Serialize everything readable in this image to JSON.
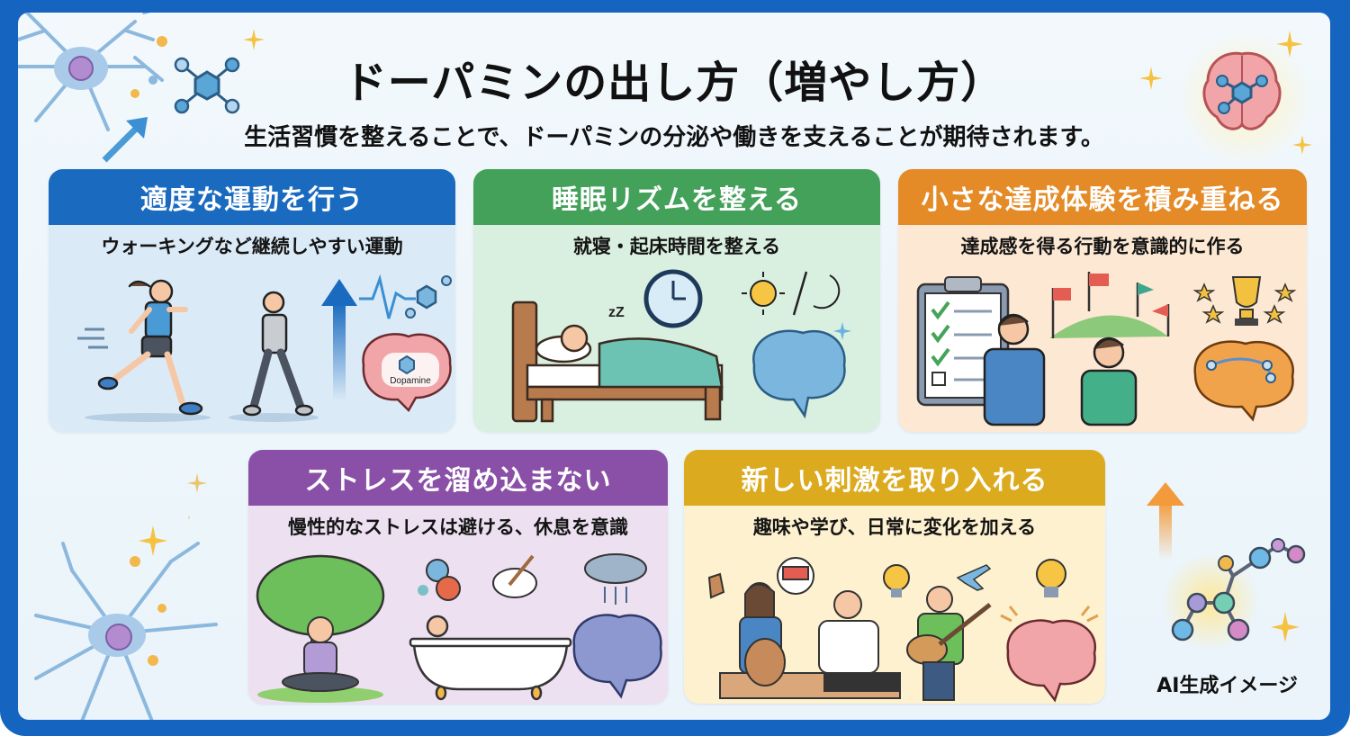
{
  "header": {
    "title": "ドーパミンの出し方（増やし方）",
    "subtitle": "生活習慣を整えることで、ドーパミンの分泌や働きを支えることが期待されます。"
  },
  "cards": [
    {
      "title": "適度な運動を行う",
      "subtitle": "ウォーキングなど継続しやすい運動",
      "header_color": "#1a6bc0",
      "body_color": "#dbeaf7",
      "illustration": [
        "running-woman",
        "walking-man",
        "up-arrow",
        "heartbeat-line",
        "molecule",
        "brain-with-dopamine-label"
      ],
      "brain_label": "Dopamine"
    },
    {
      "title": "睡眠リズムを整える",
      "subtitle": "就寝・起床時間を整える",
      "header_color": "#43a15a",
      "body_color": "#d9efdf",
      "illustration": [
        "sleeping-woman-in-bed",
        "zzz",
        "clock",
        "sun",
        "moon",
        "blue-brain"
      ],
      "zzz": "zZ"
    },
    {
      "title": "小さな達成体験を積み重ねる",
      "subtitle": "達成感を得る行動を意識的に作る",
      "header_color": "#e48a26",
      "body_color": "#fde8d3",
      "illustration": [
        "checklist-clipboard",
        "pointing-man",
        "flags-on-hill",
        "thumbs-up-man",
        "trophy",
        "stars",
        "orange-brain"
      ]
    },
    {
      "title": "ストレスを溜め込まない",
      "subtitle": "慢性的なストレスは避ける、休息を意識",
      "header_color": "#8a50a8",
      "body_color": "#ece0f1",
      "illustration": [
        "meditating-woman-under-tree",
        "music-balls",
        "paint-palette",
        "bathtub",
        "rain-cloud",
        "purple-brain"
      ]
    },
    {
      "title": "新しい刺激を取り入れる",
      "subtitle": "趣味や学び、日常に変化を加える",
      "header_color": "#dcaa1f",
      "body_color": "#fdf1cf",
      "illustration": [
        "pottery-woman",
        "chef-cooking",
        "cooking-pot-bubble",
        "lightbulb",
        "guitar-player",
        "airplane",
        "pink-brain"
      ]
    }
  ],
  "decorations": [
    "neuron-top-left",
    "molecule-top-left",
    "arrow-top-left",
    "brain-top-right",
    "sparkles",
    "neuron-bottom-left",
    "molecule-bottom-right",
    "orange-arrow-bottom-right"
  ],
  "footer": {
    "ai_label": "AI生成イメージ"
  },
  "colors": {
    "frame": "#1565c0",
    "canvas": "#eef6fb",
    "text": "#111111"
  }
}
